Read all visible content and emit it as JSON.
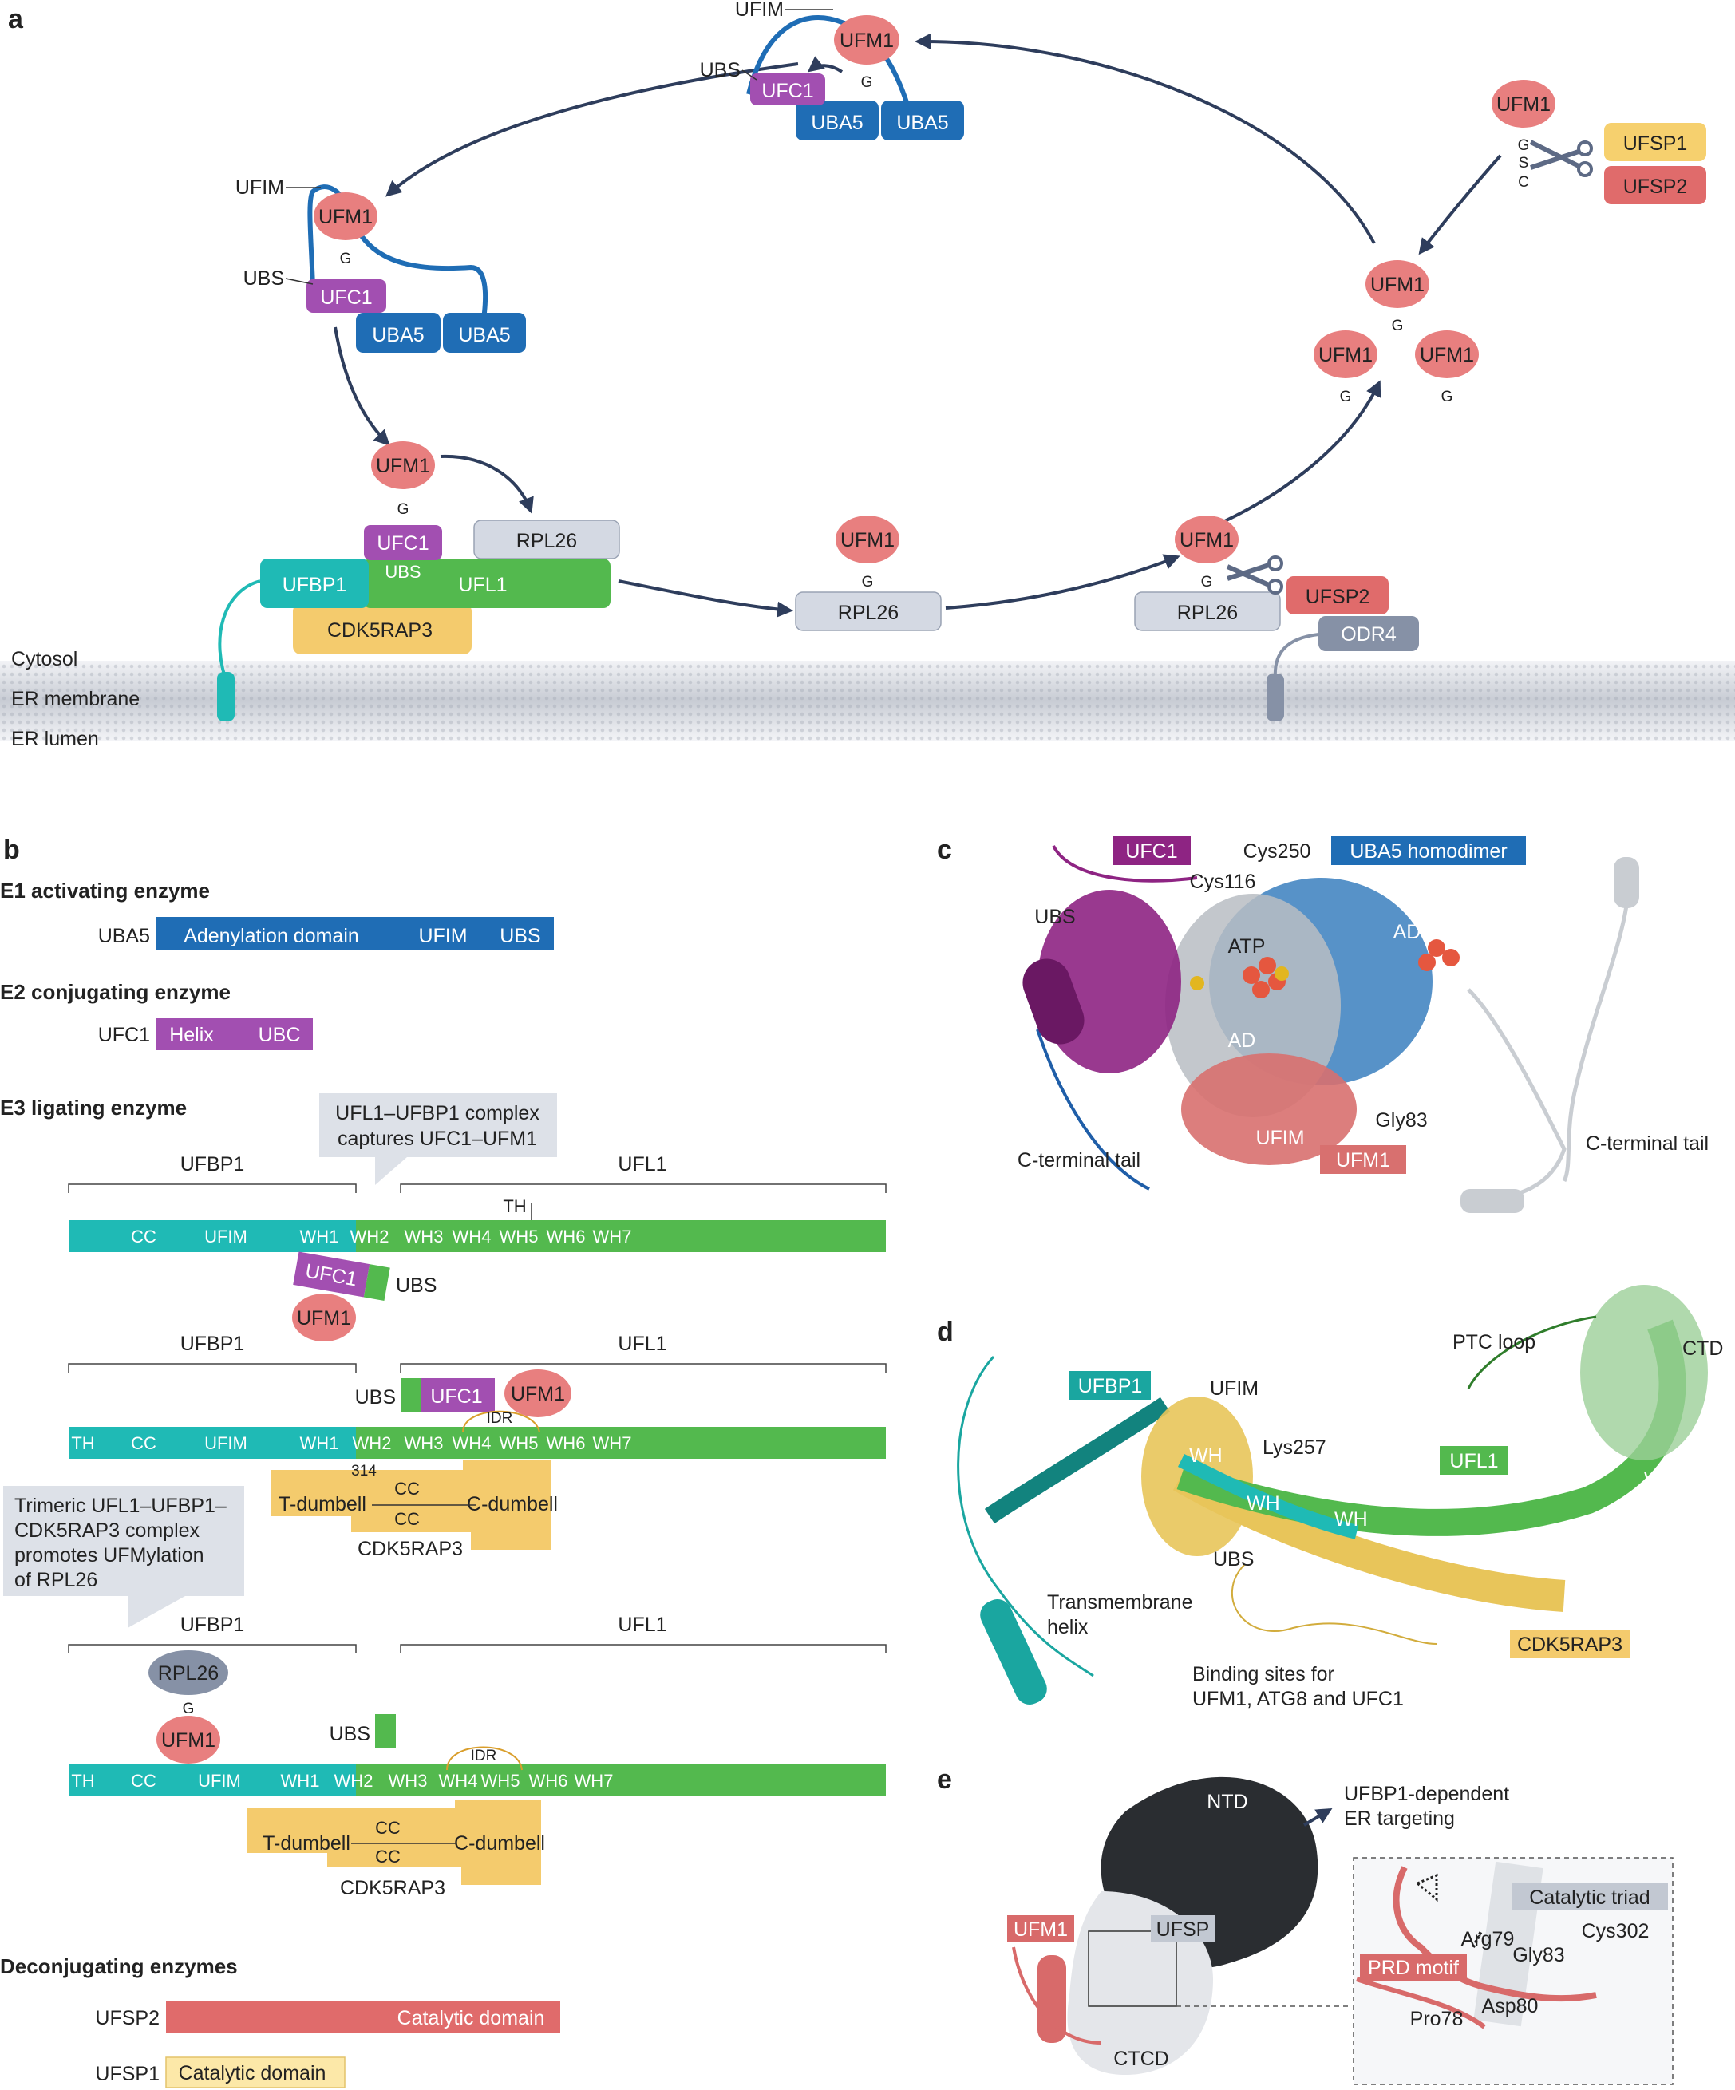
{
  "panels": {
    "a": "a",
    "b": "b",
    "c": "c",
    "d": "d",
    "e": "e"
  },
  "proteins": {
    "ufm1": "UFM1",
    "ufc1": "UFC1",
    "uba5": "UBA5",
    "ufl1": "UFL1",
    "ufbp1": "UFBP1",
    "cdk5rap3": "CDK5RAP3",
    "rpl26": "RPL26",
    "ufsp1": "UFSP1",
    "ufsp2": "UFSP2",
    "odr4": "ODR4"
  },
  "motifs": {
    "ufim": "UFIM",
    "ubs": "UBS",
    "g": "G",
    "s": "S",
    "c": "C"
  },
  "compartments": {
    "cytosol": "Cytosol",
    "er_membrane": "ER membrane",
    "er_lumen": "ER lumen"
  },
  "panel_b": {
    "e1_title": "E1 activating enzyme",
    "e2_title": "E2 conjugating enzyme",
    "e3_title": "E3 ligating enzyme",
    "deconj_title": "Deconjugating enzymes",
    "uba5_domains": {
      "adenylation": "Adenylation domain",
      "ufim": "UFIM",
      "ubs": "UBS"
    },
    "ufc1_domains": {
      "helix": "Helix",
      "ubc": "UBC"
    },
    "callout1": [
      "UFL1–UFBP1 complex",
      "captures UFC1–UFM1"
    ],
    "callout2": [
      "Trimeric UFL1–UFBP1–",
      "CDK5RAP3 complex",
      "promotes UFMylation",
      "of RPL26"
    ],
    "domains": {
      "th": "TH",
      "cc": "CC",
      "ufim": "UFIM",
      "wh1": "WH1",
      "wh2": "WH2",
      "wh3": "WH3",
      "wh4": "WH4",
      "wh5": "WH5",
      "wh6": "WH6",
      "wh7": "WH7",
      "idr": "IDR"
    },
    "cdk": {
      "t_dumbell": "T-dumbell",
      "c_dumbell": "C-dumbell",
      "cc": "CC",
      "residue": "314"
    },
    "catalytic_domain": "Catalytic domain"
  },
  "panel_c": {
    "ufc1": "UFC1",
    "uba5_homodimer": "UBA5 homodimer",
    "cys250": "Cys250",
    "cys116": "Cys116",
    "ubs": "UBS",
    "atp": "ATP",
    "ad": "AD",
    "gly83": "Gly83",
    "ufim": "UFIM",
    "ufm1": "UFM1",
    "c_terminal_tail": "C-terminal tail"
  },
  "panel_d": {
    "ufbp1": "UFBP1",
    "ufim": "UFIM",
    "lys257": "Lys257",
    "wh": "WH",
    "ubs": "UBS",
    "ufl1": "UFL1",
    "ptc_loop": "PTC loop",
    "ctd": "CTD",
    "transmembrane_helix": [
      "Transmembrane",
      "helix"
    ],
    "binding_sites": [
      "Binding sites for",
      "UFM1, ATG8 and UFC1"
    ],
    "cdk5rap3": "CDK5RAP3"
  },
  "panel_e": {
    "ntd": "NTD",
    "targeting": [
      "UFBP1-dependent",
      "ER targeting"
    ],
    "ufm1": "UFM1",
    "ufsp": "UFSP",
    "ctcd": "CTCD",
    "catalytic_triad": "Catalytic triad",
    "arg79": "Arg79",
    "cys302": "Cys302",
    "gly83": "Gly83",
    "prd_motif": "PRD motif",
    "asp80": "Asp80",
    "pro78": "Pro78"
  },
  "colors": {
    "ufm1": "#e87f7f",
    "ufc1": "#a24fb1",
    "uba5": "#1f6db5",
    "ufbp1": "#1fbab5",
    "ufl1": "#53b94e",
    "cdk5rap3": "#f4cb6d",
    "rpl26": "#d4d9e3",
    "ufsp1": "#f6d06e",
    "ufsp2": "#e06b6b",
    "odr4": "#8691a6",
    "arrow": "#2e3d5c"
  }
}
